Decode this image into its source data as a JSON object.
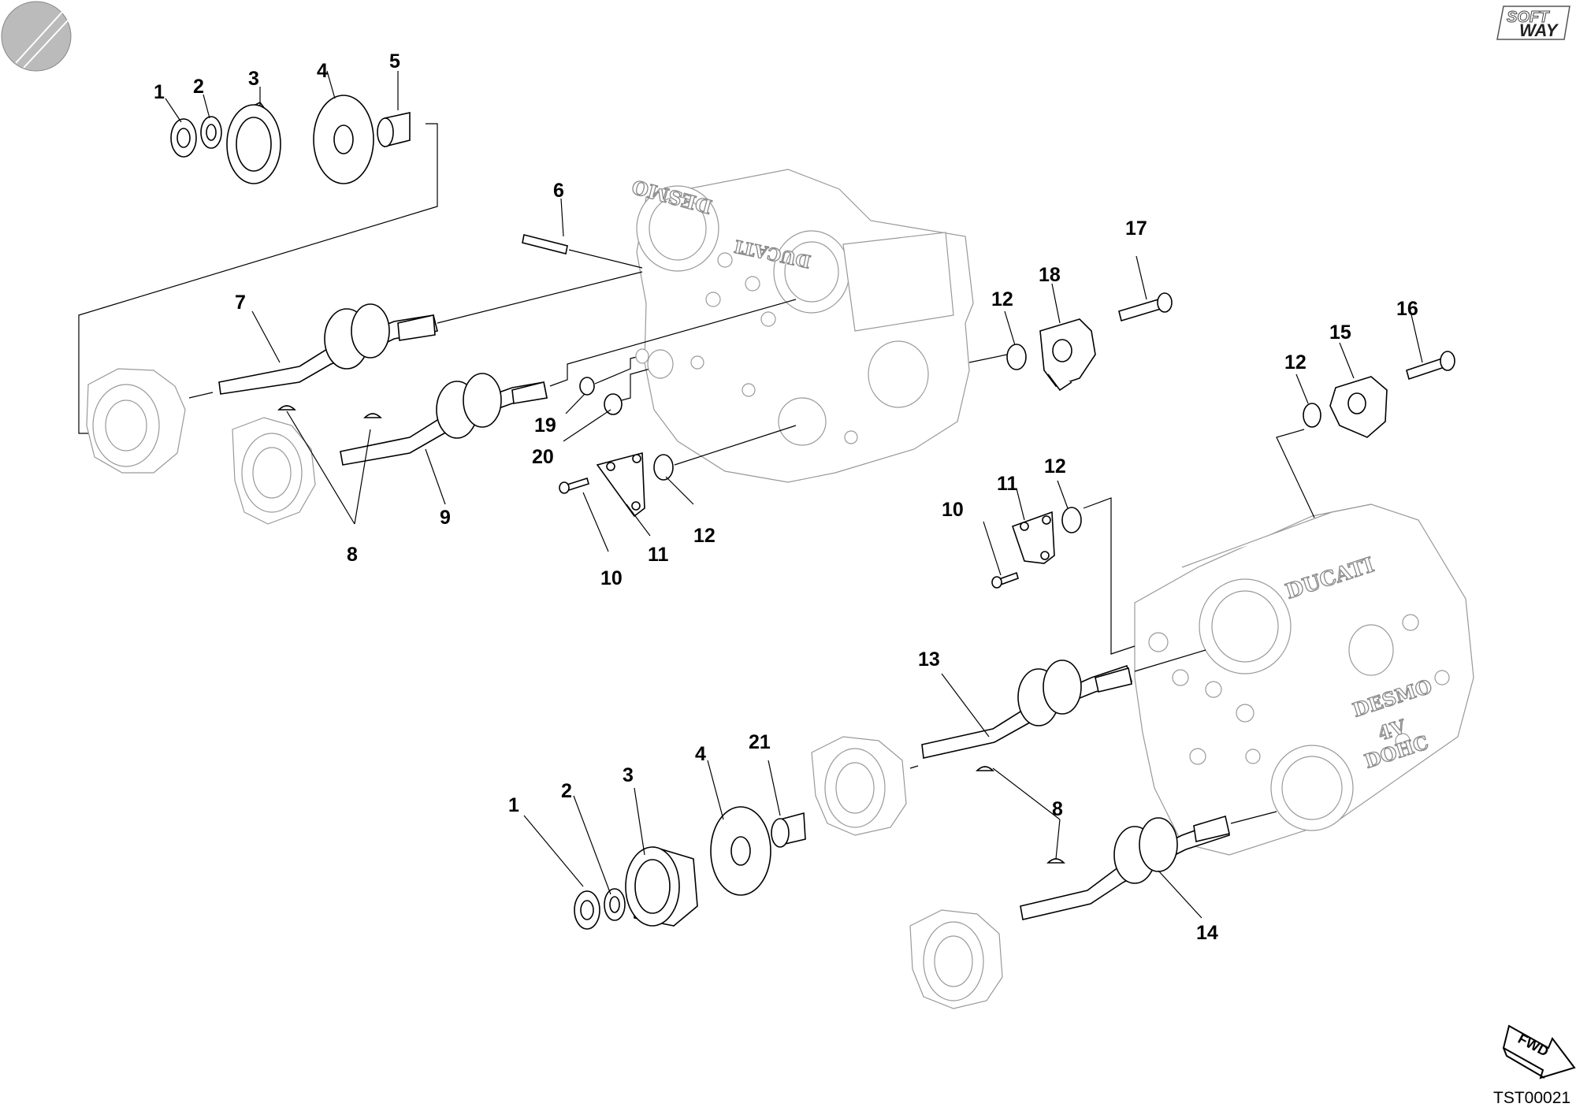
{
  "logo": {
    "top": "SOFT",
    "bottom": "WAY"
  },
  "fwd_label": "FWD",
  "drawing_code": "TST00021",
  "housing_left": {
    "label_top": "DESMO",
    "label_bottom": "DUCATI"
  },
  "housing_right": {
    "label_ducati": "DUCATI",
    "label_desmo": "DESMO",
    "label_4v": "4V",
    "label_dohc": "DOHC"
  },
  "callouts": [
    {
      "id": "c1a",
      "text": "1"
    },
    {
      "id": "c2a",
      "text": "2"
    },
    {
      "id": "c3a",
      "text": "3"
    },
    {
      "id": "c4a",
      "text": "4"
    },
    {
      "id": "c5a",
      "text": "5"
    },
    {
      "id": "c6",
      "text": "6"
    },
    {
      "id": "c7",
      "text": "7"
    },
    {
      "id": "c8a",
      "text": "8"
    },
    {
      "id": "c9",
      "text": "9"
    },
    {
      "id": "c10a",
      "text": "10"
    },
    {
      "id": "c11a",
      "text": "11"
    },
    {
      "id": "c12a",
      "text": "12"
    },
    {
      "id": "c12b",
      "text": "12"
    },
    {
      "id": "c17",
      "text": "17"
    },
    {
      "id": "c18",
      "text": "18"
    },
    {
      "id": "c19",
      "text": "19"
    },
    {
      "id": "c20",
      "text": "20"
    },
    {
      "id": "c12c",
      "text": "12"
    },
    {
      "id": "c15",
      "text": "15"
    },
    {
      "id": "c16",
      "text": "16"
    },
    {
      "id": "c10b",
      "text": "10"
    },
    {
      "id": "c11b",
      "text": "11"
    },
    {
      "id": "c12d",
      "text": "12"
    },
    {
      "id": "c13",
      "text": "13"
    },
    {
      "id": "c1b",
      "text": "1"
    },
    {
      "id": "c2b",
      "text": "2"
    },
    {
      "id": "c3b",
      "text": "3"
    },
    {
      "id": "c4b",
      "text": "4"
    },
    {
      "id": "c21",
      "text": "21"
    },
    {
      "id": "c8b",
      "text": "8"
    },
    {
      "id": "c14",
      "text": "14"
    }
  ]
}
